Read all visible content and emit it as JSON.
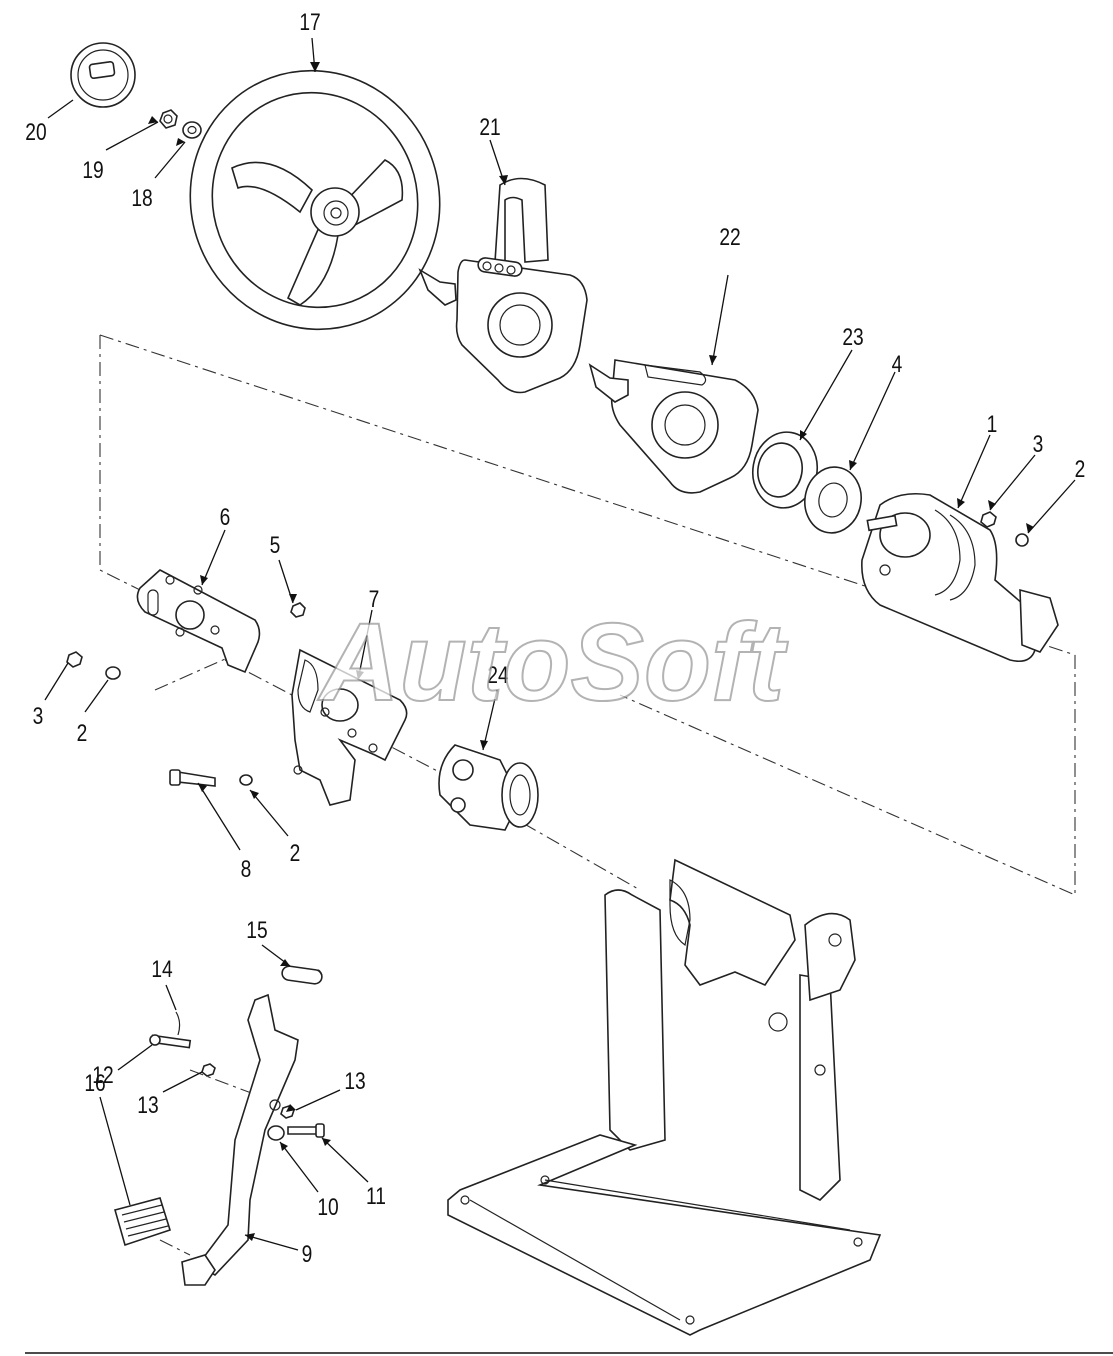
{
  "watermark": "AutoSoft",
  "callouts": {
    "c1": "1",
    "c2a": "2",
    "c2b": "2",
    "c2c": "2",
    "c3a": "3",
    "c3b": "3",
    "c4": "4",
    "c5": "5",
    "c6": "6",
    "c7": "7",
    "c8": "8",
    "c9": "9",
    "c10": "10",
    "c11": "11",
    "c12": "12",
    "c13a": "13",
    "c13b": "13",
    "c14": "14",
    "c15": "15",
    "c16": "16",
    "c17": "17",
    "c18": "18",
    "c19": "19",
    "c20": "20",
    "c21": "21",
    "c22": "22",
    "c23": "23",
    "c24": "24"
  }
}
